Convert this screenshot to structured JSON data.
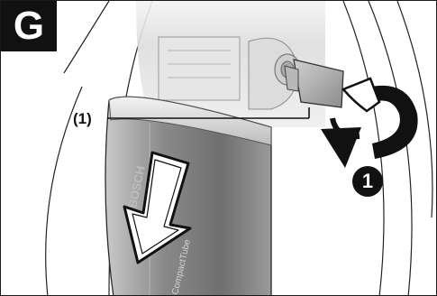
{
  "figure": {
    "section_letter": "G",
    "callout_label": "(1)",
    "step_number": "1",
    "battery_brand_text": "BOSCH",
    "battery_model_text": "CompactTube"
  },
  "colors": {
    "ink": "#111111",
    "badge_text": "#ffffff",
    "battery_dark": "#6f6f6f",
    "battery_light": "#eeeeee"
  },
  "icons": {
    "rotation_arrow": "rotate-arrow-icon",
    "down_arrow": "down-arrow-icon",
    "key": "key-icon"
  }
}
